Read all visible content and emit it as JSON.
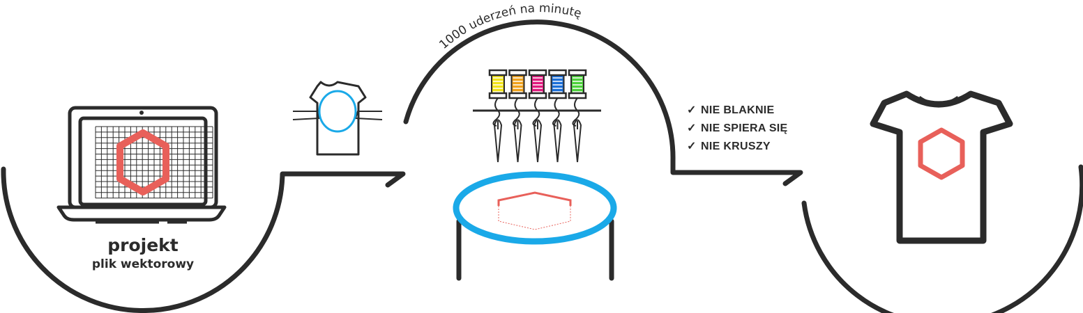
{
  "step1": {
    "title": "projekt",
    "subtitle": "plik wektorowy"
  },
  "step2": {
    "speed_label": "1000 uderzeń na minutę"
  },
  "step3": {
    "features": [
      "NIE BLAKNIE",
      "NIE SPIERA SIĘ",
      "NIE KRUSZY"
    ],
    "check_icon": "✓"
  },
  "colors": {
    "line": "#2b2b2b",
    "accent_red": "#e8605a",
    "hoop_blue": "#1aa9e8",
    "spools": [
      "#f2e318",
      "#f0a21c",
      "#e0197d",
      "#1b6fd8",
      "#4cd13a"
    ]
  }
}
